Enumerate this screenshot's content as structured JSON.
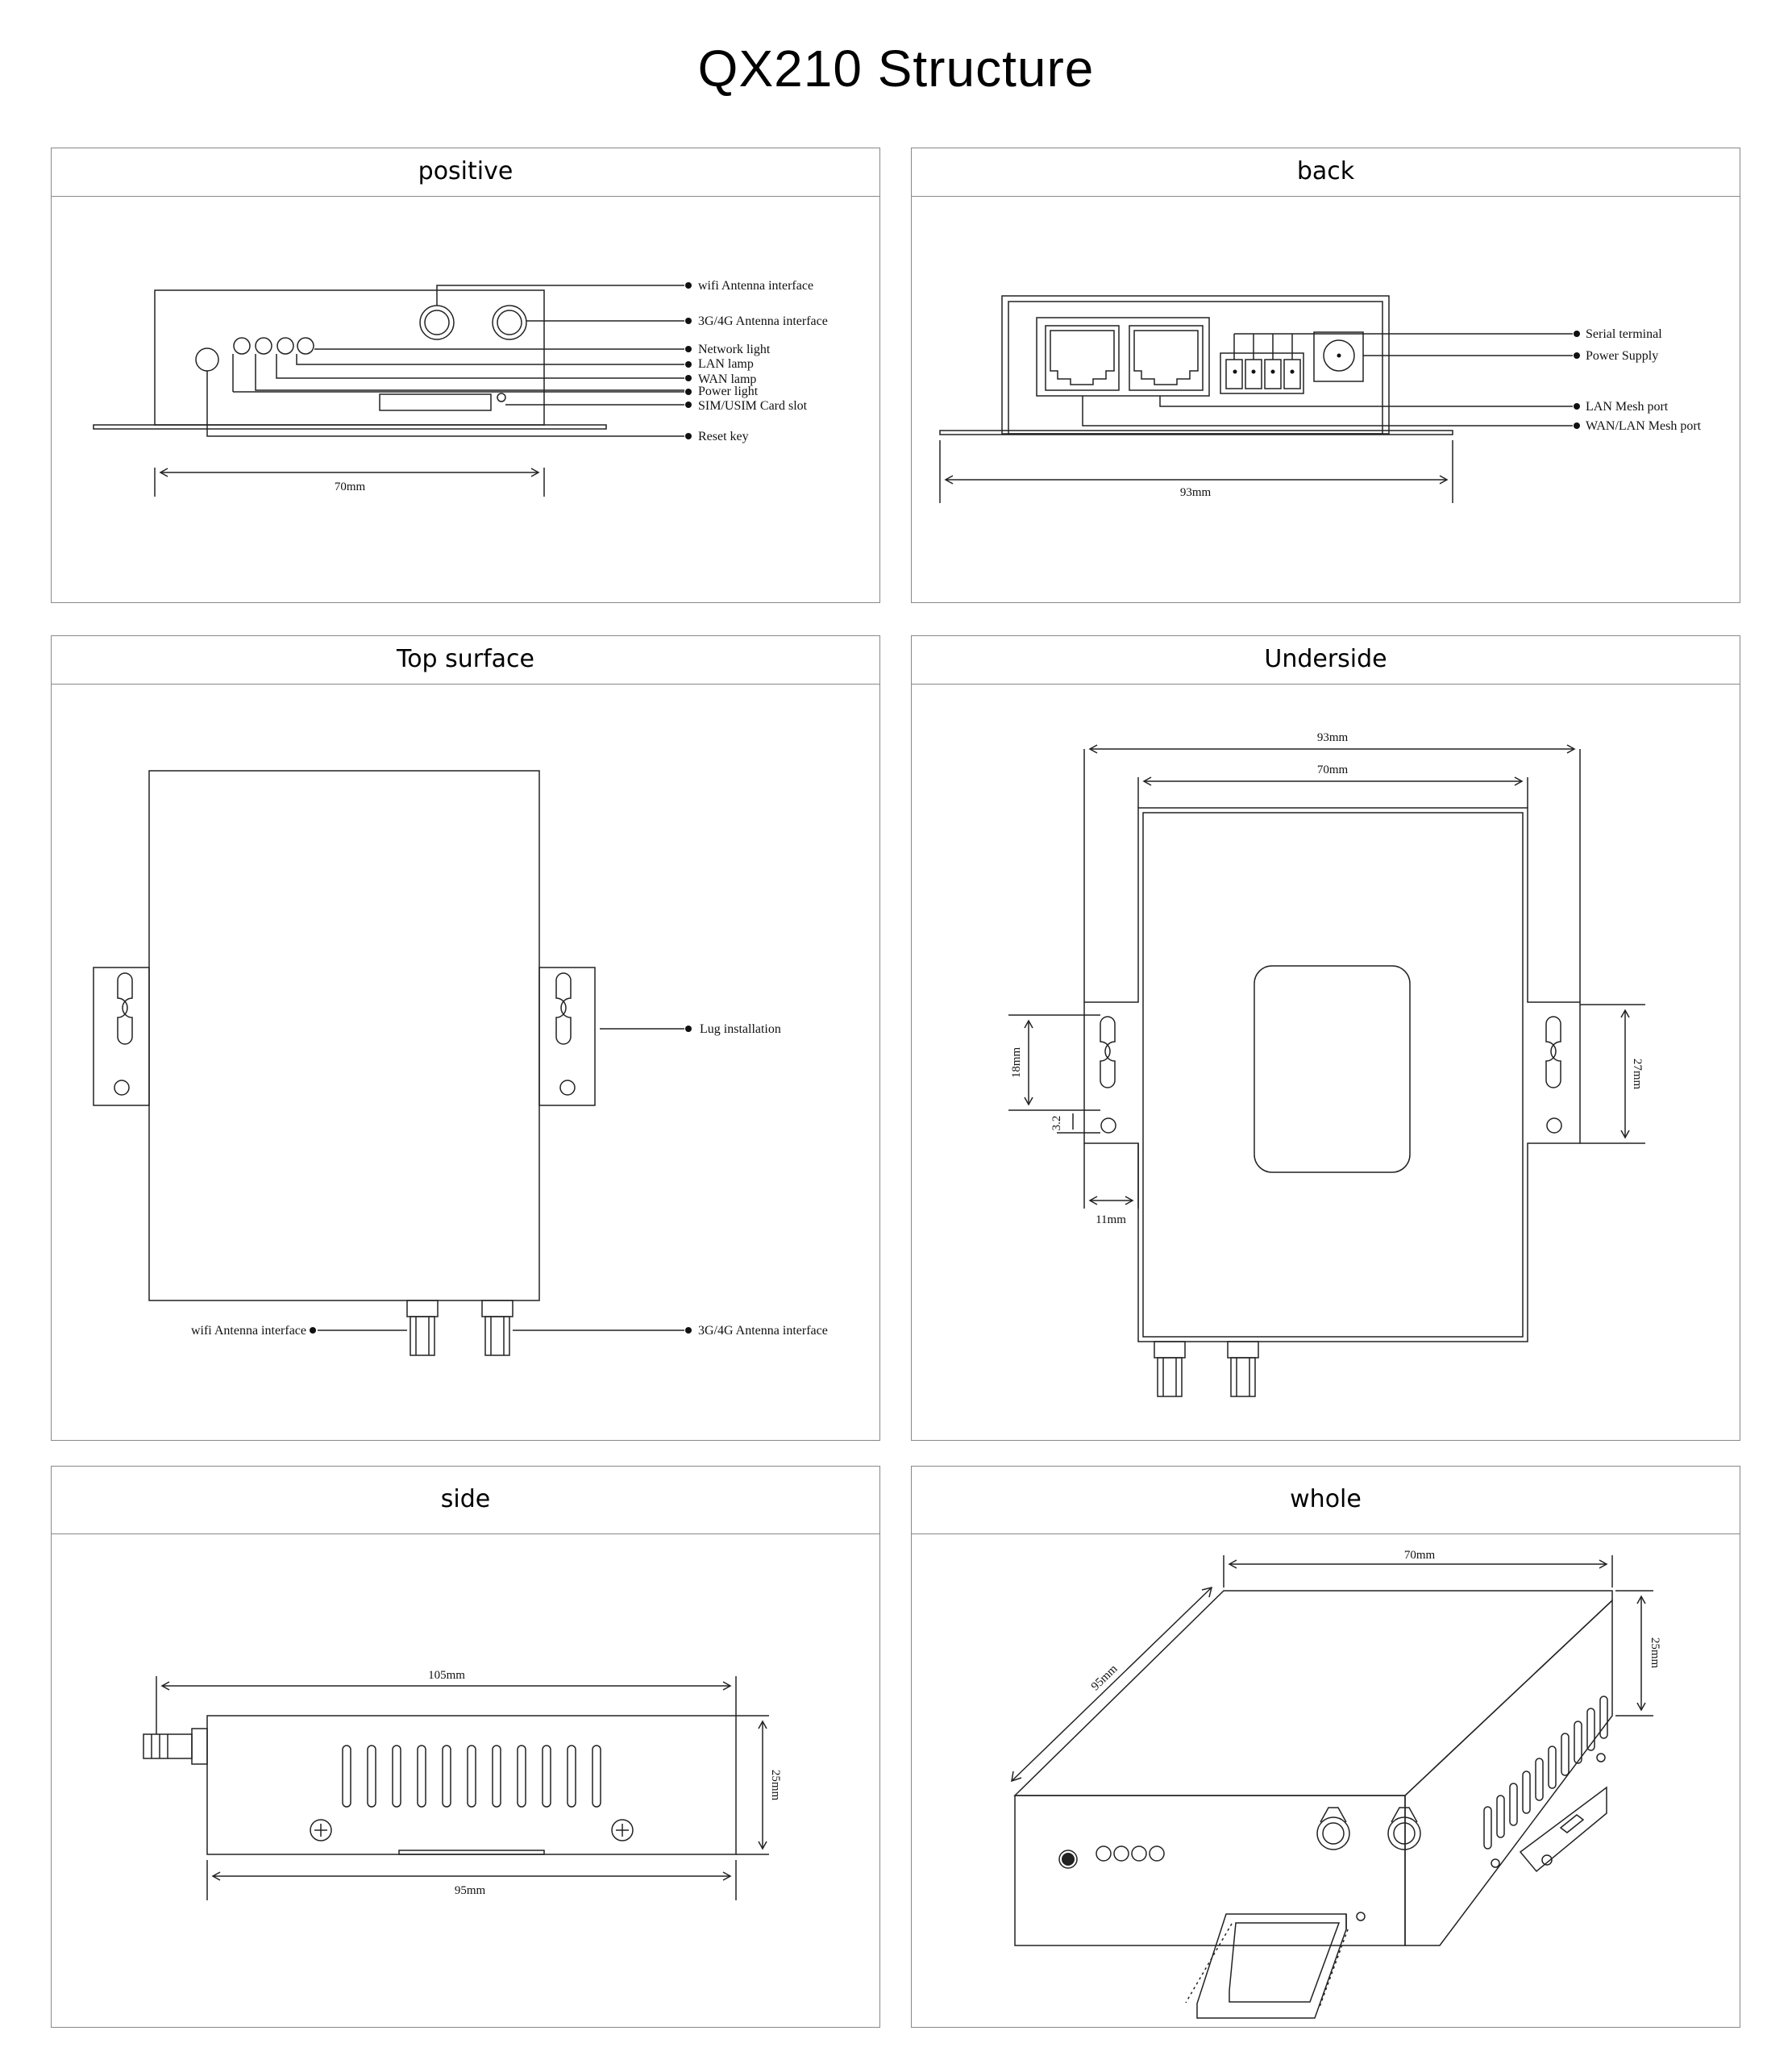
{
  "title": "QX210 Structure",
  "panels": {
    "positive": {
      "header": "positive",
      "labels": [
        "wifi Antenna interface",
        "3G/4G Antenna interface",
        "Network light",
        "LAN lamp",
        "WAN lamp",
        "Power light",
        "SIM/USIM Card slot",
        "Reset key"
      ],
      "dim_width": "70mm"
    },
    "back": {
      "header": "back",
      "labels": [
        "Serial terminal",
        "Power Supply",
        "LAN Mesh port",
        "WAN/LAN Mesh port"
      ],
      "dim_width": "93mm"
    },
    "top": {
      "header": "Top surface",
      "lug_label": "Lug installation",
      "wifi_label": "wifi Antenna interface",
      "g4_label": "3G/4G Antenna interface"
    },
    "under": {
      "header": "Underside",
      "dim_outer": "93mm",
      "dim_inner": "70mm",
      "dim_18": "18mm",
      "dim_32": "3.2",
      "dim_27": "27mm",
      "dim_11": "11mm"
    },
    "side": {
      "header": "side",
      "dim_105": "105mm",
      "dim_95": "95mm",
      "dim_25": "25mm"
    },
    "whole": {
      "header": "whole",
      "dim_70": "70mm",
      "dim_95": "95mm",
      "dim_25": "25mm"
    }
  }
}
